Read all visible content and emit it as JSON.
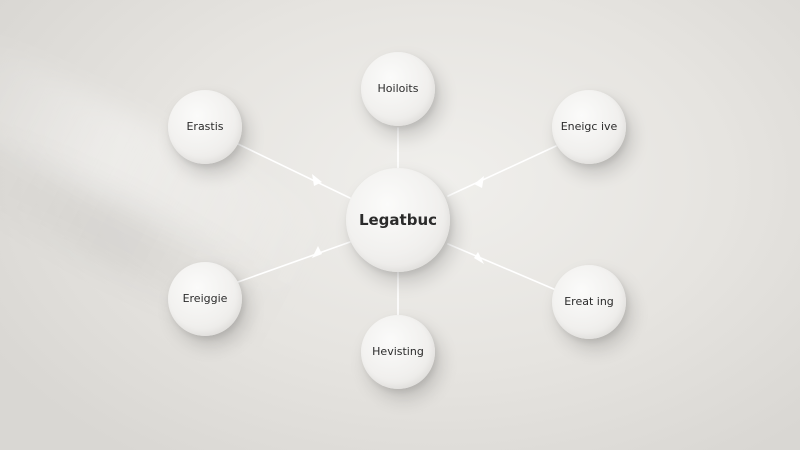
{
  "diagram": {
    "center": {
      "label": "Legatbuc"
    },
    "nodes": {
      "top": {
        "label": "Hoiloits"
      },
      "top_left": {
        "label": "Erastis"
      },
      "top_right": {
        "label": "Eneigc ive"
      },
      "bottom_left": {
        "label": "Ereiggie"
      },
      "bottom_right": {
        "label": "Ereat ing"
      },
      "bottom": {
        "label": "Hevisting"
      }
    },
    "connector_color": "#ffffff",
    "node_text_color": "#2b2b2b"
  }
}
